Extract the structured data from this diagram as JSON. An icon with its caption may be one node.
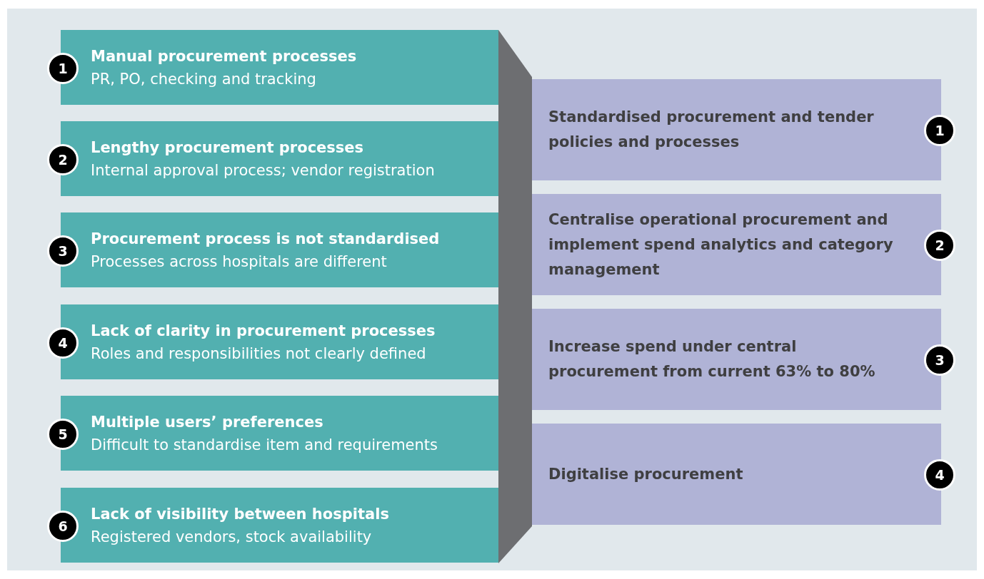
{
  "diagram": {
    "nodes": [
      {
        "text": [
          "1"
        ]
      },
      {
        "text": [
          "Manual procurement processes",
          "PR, PO, checking and tracking"
        ]
      },
      {
        "text": [
          "2"
        ]
      },
      {
        "text": [
          "Lengthy procurement processes",
          "Internal approval process; vendor registration"
        ]
      },
      {
        "text": [
          "3"
        ]
      },
      {
        "text": [
          "Procurement process is not standardised",
          "Processes across hospitals are different"
        ]
      },
      {
        "text": [
          "4"
        ]
      },
      {
        "text": [
          "Lack of clarity in procurement processes",
          "Roles and responsibilities not clearly defined"
        ]
      },
      {
        "text": [
          "5"
        ]
      },
      {
        "text": [
          "Multiple users’ preferences",
          "Difficult to standardise item and requirements"
        ]
      },
      {
        "text": [
          "6"
        ]
      },
      {
        "text": [
          "Lack of visibility between hospitals",
          "Registered vendors, stock availability"
        ]
      },
      {
        "text": [
          "Standardised procurement and tender policies and processes"
        ]
      },
      {
        "text": [
          "1"
        ]
      },
      {
        "text": [
          "Centralise operational procurement and implement spend analytics and category management"
        ]
      },
      {
        "text": [
          "2"
        ]
      },
      {
        "text": [
          "Increase spend under central procurement from current 63% to 80%"
        ]
      },
      {
        "text": [
          "3"
        ]
      },
      {
        "text": [
          "Digitalise procurement"
        ]
      },
      {
        "text": [
          "4"
        ]
      },
      {
        "text": [],
        "shape": "funnel"
      }
    ],
    "edges": []
  }
}
